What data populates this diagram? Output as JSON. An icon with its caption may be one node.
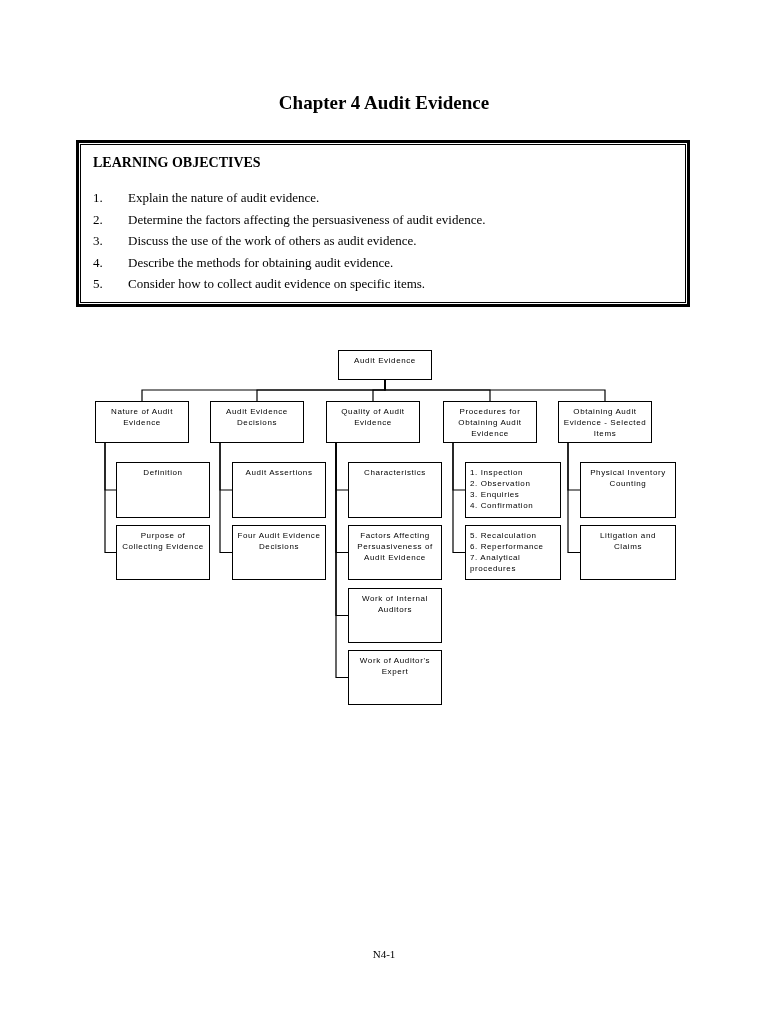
{
  "diagram": {
    "title": "Chapter 4 Audit Evidence",
    "nodes": [
      {
        "text": [
          "LEARNING OBJECTIVES",
          "1.",
          "Explain the nature of audit evidence.",
          "2.",
          "Determine the factors affecting the persuasiveness of audit evidence.",
          "3.",
          "Discuss the use of the work of others as audit evidence.",
          "4.",
          "Describe the methods for obtaining audit evidence.",
          "5.",
          "Consider how to collect audit evidence on specific items."
        ]
      },
      {
        "text": [
          "Audit Evidence"
        ]
      },
      {
        "text": [
          "Nature of Audit Evidence"
        ]
      },
      {
        "text": [
          "Audit Evidence Decisions"
        ]
      },
      {
        "text": [
          "Quality of Audit Evidence"
        ]
      },
      {
        "text": [
          "Procedures for Obtaining Audit Evidence"
        ]
      },
      {
        "text": [
          "Obtaining Audit Evidence - Selected Items"
        ]
      },
      {
        "text": [
          "Definition"
        ]
      },
      {
        "text": [
          "Purpose of Collecting Evidence"
        ]
      },
      {
        "text": [
          "Audit Assertions"
        ]
      },
      {
        "text": [
          "Four Audit Evidence Decisions"
        ]
      },
      {
        "text": [
          "Characteristics"
        ]
      },
      {
        "text": [
          "Factors Affecting Persuasiveness of Audit Evidence"
        ]
      },
      {
        "text": [
          "Work of Internal Auditors"
        ]
      },
      {
        "text": [
          "Work of Auditor's Expert"
        ]
      },
      {
        "text": [
          "1. Inspection",
          "2. Observation",
          "3. Enquiries",
          "4. Confirmation"
        ]
      },
      {
        "text": [
          "5. Recalculation",
          "6. Reperformance",
          "7. Analytical procedures"
        ]
      },
      {
        "text": [
          "Physical Inventory Counting"
        ]
      },
      {
        "text": [
          "Litigation and Claims"
        ]
      }
    ],
    "edges": [
      {
        "from": 1,
        "to": 2,
        "arrow": "none"
      },
      {
        "from": 1,
        "to": 3,
        "arrow": "none"
      },
      {
        "from": 1,
        "to": 4,
        "arrow": "none"
      },
      {
        "from": 1,
        "to": 5,
        "arrow": "none"
      },
      {
        "from": 1,
        "to": 6,
        "arrow": "none"
      },
      {
        "from": 2,
        "to": 7,
        "arrow": "none"
      },
      {
        "from": 2,
        "to": 8,
        "arrow": "none"
      },
      {
        "from": 3,
        "to": 9,
        "arrow": "none"
      },
      {
        "from": 3,
        "to": 10,
        "arrow": "none"
      },
      {
        "from": 4,
        "to": 11,
        "arrow": "none"
      },
      {
        "from": 4,
        "to": 12,
        "arrow": "none"
      },
      {
        "from": 4,
        "to": 13,
        "arrow": "none"
      },
      {
        "from": 4,
        "to": 14,
        "arrow": "none"
      },
      {
        "from": 5,
        "to": 15,
        "arrow": "none"
      },
      {
        "from": 5,
        "to": 16,
        "arrow": "none"
      },
      {
        "from": 6,
        "to": 17,
        "arrow": "none"
      },
      {
        "from": 6,
        "to": 18,
        "arrow": "none"
      }
    ],
    "labels": [
      "N4-1"
    ]
  }
}
